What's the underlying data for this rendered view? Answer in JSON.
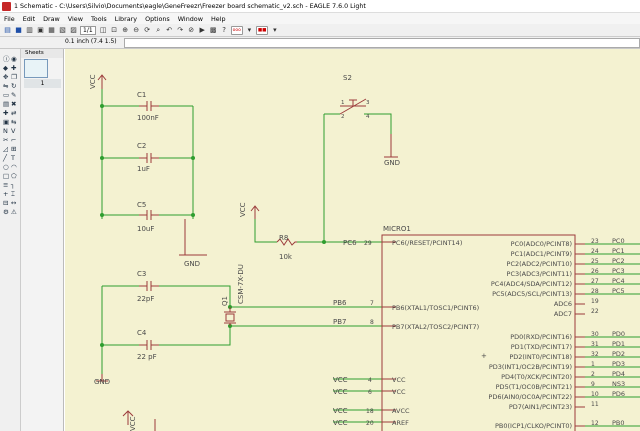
{
  "window": {
    "title": "1 Schematic - C:\\Users\\Silvio\\Documents\\eagle\\GeneFreezr\\Freezer board schematic_v2.sch - EAGLE 7.6.0 Light"
  },
  "menu": [
    "File",
    "Edit",
    "Draw",
    "View",
    "Tools",
    "Library",
    "Options",
    "Window",
    "Help"
  ],
  "toolbar": {
    "sheet_select": "1/1",
    "grid_label": "ooo"
  },
  "coord_readout": "0.1 inch (7.4 1.5)",
  "command_value": "",
  "sheets": {
    "header": "Sheets",
    "current": "1"
  },
  "colors": {
    "canvas": "#F4F2D1",
    "wire": "#2E9D2E",
    "symbol": "#9C3B3B",
    "text": "#4A4A4A",
    "junction": "#2E9D2E"
  },
  "schematic": {
    "labels": {
      "vcc_a": "VCC",
      "c1": "C1",
      "c1v": "100nF",
      "c2": "C2",
      "c2v": "1uF",
      "c5": "C5",
      "c5v": "10uF",
      "gnd_a": "GND",
      "s2": "S2",
      "s2p1": "1",
      "s2p2": "2",
      "s2p3": "3",
      "s2p4": "4",
      "gnd_b": "GND",
      "vcc_b": "VCC",
      "r8": "R8",
      "r8v": "10k",
      "pc6": "PC6",
      "pin29": "29",
      "c3": "C3",
      "c3v": "22pF",
      "c4": "C4",
      "c4v": "22 pF",
      "gnd_c": "GND",
      "q1": "Q1",
      "q1v": "CSM-7X-DU",
      "pb6": "PB6",
      "pb7": "PB7",
      "pin7": "7",
      "pin8": "8",
      "micro": "MICRO1",
      "vcc_c": "VCC",
      "vcc_d": "VCC",
      "vcc_e": "VCC",
      "vcc_f": "VCC",
      "pin4": "4",
      "pin6": "6",
      "pin18": "18",
      "pin20": "20",
      "vcc_g": "VCC"
    },
    "mcu_left": [
      {
        "name": "PC6(/RESET/PCINT14)",
        "pin": "29"
      },
      {
        "name": "PB6(XTAL1/TOSC1/PCINT6)",
        "pin": "7"
      },
      {
        "name": "PB7(XTAL2/TOSC2/PCINT7)",
        "pin": "8"
      },
      {
        "name": "VCC",
        "pin": "4"
      },
      {
        "name": "VCC",
        "pin": "6"
      },
      {
        "name": "AVCC",
        "pin": "18"
      },
      {
        "name": "AREF",
        "pin": "20"
      }
    ],
    "mcu_right": [
      {
        "name": "PC0(ADC0/PCINT8)",
        "pin": "23",
        "net": "PC0"
      },
      {
        "name": "PC1(ADC1/PCINT9)",
        "pin": "24",
        "net": "PC1"
      },
      {
        "name": "PC2(ADC2/PCINT10)",
        "pin": "25",
        "net": "PC2"
      },
      {
        "name": "PC3(ADC3/PCINT11)",
        "pin": "26",
        "net": "PC3"
      },
      {
        "name": "PC4(ADC4/SDA/PCINT12)",
        "pin": "27",
        "net": "PC4"
      },
      {
        "name": "PC5(ADC5/SCL/PCINT13)",
        "pin": "28",
        "net": "PC5"
      },
      {
        "name": "ADC6",
        "pin": "19",
        "net": ""
      },
      {
        "name": "ADC7",
        "pin": "22",
        "net": ""
      },
      {
        "name": "PD0(RXD/PCINT16)",
        "pin": "30",
        "net": "PD0"
      },
      {
        "name": "PD1(TXD/PCINT17)",
        "pin": "31",
        "net": "PD1"
      },
      {
        "name": "PD2(INT0/PCINT18)",
        "pin": "32",
        "net": "PD2"
      },
      {
        "name": "PD3(INT1/OC2B/PCINT19)",
        "pin": "1",
        "net": "PD3"
      },
      {
        "name": "PD4(T0/XCK/PCINT20)",
        "pin": "2",
        "net": "PD4"
      },
      {
        "name": "PD5(T1/OC0B/PCINT21)",
        "pin": "9",
        "net": "NS3"
      },
      {
        "name": "PD6(AIN0/OC0A/PCINT22)",
        "pin": "10",
        "net": "PD6"
      },
      {
        "name": "PD7(AIN1/PCINT23)",
        "pin": "11",
        "net": ""
      },
      {
        "name": "PB0(ICP1/CLKO/PCINT0)",
        "pin": "12",
        "net": "PB0"
      }
    ]
  }
}
